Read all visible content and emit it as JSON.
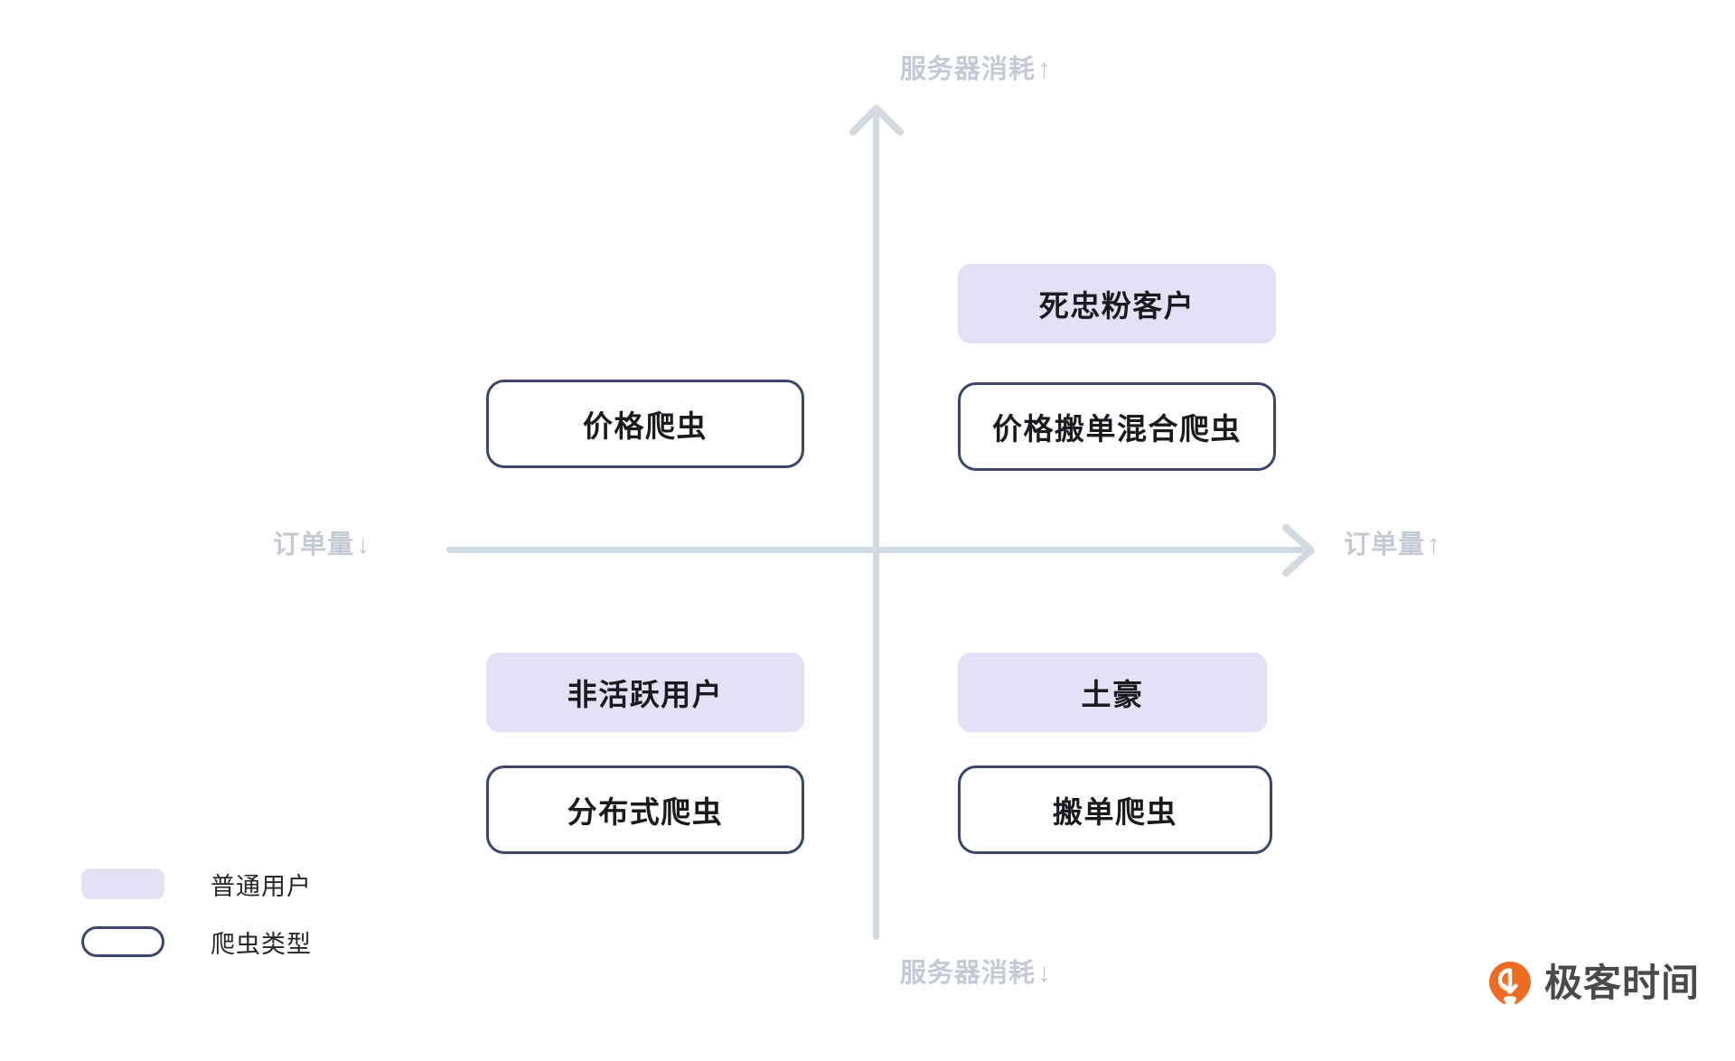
{
  "chart_data": {
    "type": "scatter",
    "title": "",
    "subtitle": "",
    "xlabel": "订单量",
    "ylabel": "服务器消耗",
    "grid": false,
    "legend_position": "bottom-left",
    "axes": {
      "vertical": {
        "positive_label": "服务器消耗",
        "positive_arrow": "↑",
        "negative_label": "服务器消耗",
        "negative_arrow": "↓"
      },
      "horizontal": {
        "positive_label": "订单量",
        "positive_arrow": "↑",
        "negative_label": "订单量",
        "negative_arrow": "↓"
      }
    },
    "categories": [
      "普通用户",
      "爬虫类型"
    ],
    "quadrants": [
      {
        "id": "q2",
        "name": "订单量↓ / 服务器消耗↑",
        "items": [
          {
            "label": "价格爬虫",
            "category": "爬虫类型",
            "style": "outlined"
          }
        ]
      },
      {
        "id": "q1",
        "name": "订单量↑ / 服务器消耗↑",
        "items": [
          {
            "label": "死忠粉客户",
            "category": "普通用户",
            "style": "filled"
          },
          {
            "label": "价格搬单混合爬虫",
            "category": "爬虫类型",
            "style": "outlined"
          }
        ]
      },
      {
        "id": "q3",
        "name": "订单量↓ / 服务器消耗↓",
        "items": [
          {
            "label": "非活跃用户",
            "category": "普通用户",
            "style": "filled"
          },
          {
            "label": "分布式爬虫",
            "category": "爬虫类型",
            "style": "outlined"
          }
        ]
      },
      {
        "id": "q4",
        "name": "订单量↑ / 服务器消耗↓",
        "items": [
          {
            "label": "土豪",
            "category": "普通用户",
            "style": "filled"
          },
          {
            "label": "搬单爬虫",
            "category": "爬虫类型",
            "style": "outlined"
          }
        ]
      }
    ]
  },
  "axis_labels": {
    "top": {
      "text": "服务器消耗",
      "arrow": "↑"
    },
    "bottom": {
      "text": "服务器消耗",
      "arrow": "↓"
    },
    "left": {
      "text": "订单量",
      "arrow": "↓"
    },
    "right": {
      "text": "订单量",
      "arrow": "↑"
    }
  },
  "cards": {
    "q2_crawler": "价格爬虫",
    "q1_user": "死忠粉客户",
    "q1_crawler": "价格搬单混合爬虫",
    "q3_user": "非活跃用户",
    "q3_crawler": "分布式爬虫",
    "q4_user": "土豪",
    "q4_crawler": "搬单爬虫"
  },
  "legend": {
    "items": [
      {
        "label": "普通用户",
        "style": "filled",
        "swatch_color": "#E3E1F6"
      },
      {
        "label": "爬虫类型",
        "style": "outlined",
        "swatch_color": "#3C456B"
      }
    ]
  },
  "brand": {
    "name": "极客时间",
    "mark_icon": "geektime-pin-icon",
    "mark_color": "#F06B22"
  },
  "colors": {
    "background": "#FFFFFF",
    "axis": "#D4DAE2",
    "axis_text": "#C3CAD6",
    "card_fill": "#E3E1F6",
    "card_border": "#3C456B",
    "card_text": "#1B1B1F",
    "legend_text": "#26262B",
    "brand_orange": "#F06B22",
    "brand_text": "#4A4A4A"
  }
}
